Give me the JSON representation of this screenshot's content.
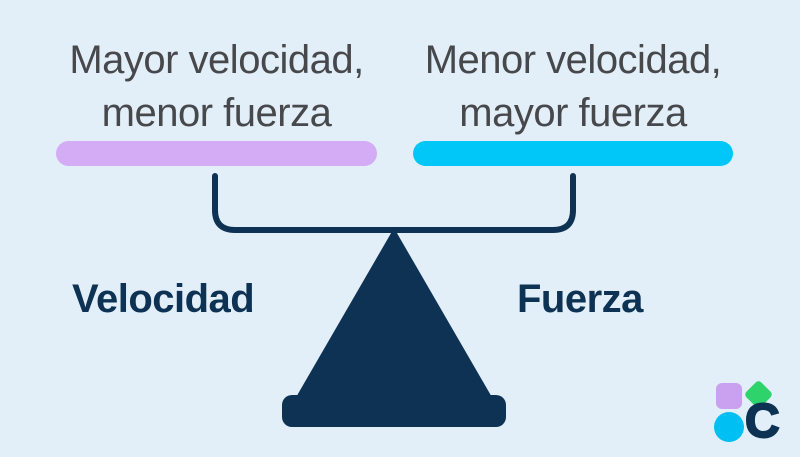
{
  "slide": {
    "background": "#E3EFF8",
    "left": {
      "caption_line1": "Mayor velocidad,",
      "caption_line2": "menor fuerza",
      "bar_color": "#D4ACF6",
      "axis_label": "Velocidad"
    },
    "right": {
      "caption_line1": "Menor velocidad,",
      "caption_line2": "mayor fuerza",
      "bar_color": "#00C7F7",
      "axis_label": "Fuerza"
    },
    "colors": {
      "navy": "#0D3253",
      "caption_text": "#47484C"
    },
    "logo": {
      "letter": "C",
      "square_color": "#C9A1F0",
      "diamond_color": "#2ED36B",
      "circle_color": "#00BFF2",
      "letter_color": "#0D3253"
    }
  }
}
